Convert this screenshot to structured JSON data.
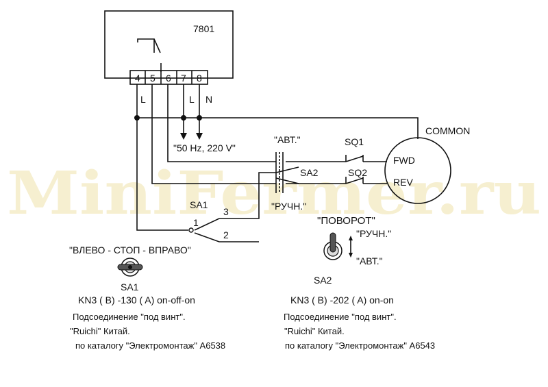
{
  "watermark": "MiniFermer.ru",
  "relay": {
    "model": "7801",
    "terminals": [
      "4",
      "5",
      "6",
      "7",
      "8"
    ],
    "line_labels": [
      "L",
      "L",
      "N"
    ]
  },
  "power_label": "\"50 Hz, 220 V\"",
  "motor": {
    "common_label": "COMMON",
    "fwd_label": "FWD",
    "rev_label": "REV"
  },
  "switches": {
    "sq1_label": "SQ1",
    "sq2_label": "SQ2",
    "sa2_label": "SA2",
    "avt_label": "\"АВТ.\"",
    "ruchn_label": "\"РУЧН.\"",
    "sa1_label": "SA1",
    "sa1_pins": [
      "1",
      "3",
      "2"
    ]
  },
  "sa1_toggle": {
    "caption": "\"ВЛЕВО - СТОП - ВПРАВО\"",
    "name": "SA1",
    "spec_line1": "KN3  ( B)  -130  ( A)  on-off-on",
    "spec_line2": "Подсоединение \"под винт\".",
    "spec_line3": "\"Ruichi\" Китай.",
    "spec_line4": "по каталогу \"Электромонтаж\" А6538"
  },
  "sa2_toggle": {
    "caption": "\"ПОВОРОТ\"",
    "pos_ruchn": "\"РУЧН.\"",
    "pos_avt": "\"АВТ.\"",
    "name": "SA2",
    "spec_line1": "KN3  ( B)  -202  ( A)  on-on",
    "spec_line2": "Подсоединение \"под винт\".",
    "spec_line3": "\"Ruichi\" Китай.",
    "spec_line4": "по каталогу \"Электромонтаж\" А6543"
  }
}
